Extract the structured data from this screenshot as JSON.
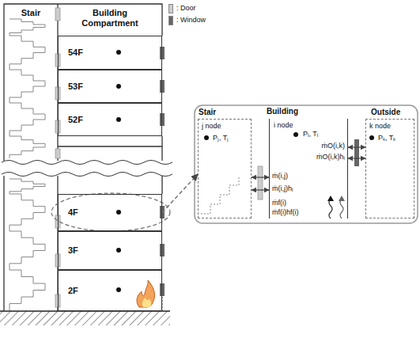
{
  "diagram": {
    "nodes": [
      {
        "text": [
          "Stair"
        ]
      },
      {
        "text": [
          "Building Compartment"
        ]
      },
      {
        "text": [
          "54F"
        ],
        "in": 1
      },
      {
        "text": [
          "53F"
        ],
        "in": 1
      },
      {
        "text": [
          "52F"
        ],
        "in": 1
      },
      {
        "text": [
          "4F"
        ],
        "in": 1
      },
      {
        "text": [
          "3F"
        ],
        "in": 1
      },
      {
        "text": [
          "2F"
        ],
        "in": 1
      },
      {
        "text": [
          "Stair",
          "j node",
          "Pⱼ, Tⱼ"
        ]
      },
      {
        "text": [
          "Building",
          "i node",
          "Pᵢ, Tᵢ"
        ]
      },
      {
        "text": [
          "Outside",
          "k node",
          "Pₖ, Tₖ"
        ]
      }
    ],
    "edges": [
      {
        "from": 8,
        "to": 9,
        "arrow": "both",
        "label": "ṁ(i,j)"
      },
      {
        "from": 8,
        "to": 9,
        "arrow": "both",
        "label": "ṁ(i,j)hᵢ"
      },
      {
        "from": 9,
        "to": 10,
        "arrow": "both",
        "label": "ṁO(i,k)"
      },
      {
        "from": 9,
        "to": 10,
        "arrow": "both",
        "label": "ṁO(i,k)hᵢ"
      },
      {
        "from": 5,
        "to": 8,
        "arrow": "to"
      }
    ],
    "labels": [
      "ṁf(i)",
      "ṁf(i)hf(i)"
    ],
    "legend": [
      {
        "text": ": Door",
        "color": "#cccccc"
      },
      {
        "text": ": Window",
        "color": "#666666"
      }
    ]
  }
}
